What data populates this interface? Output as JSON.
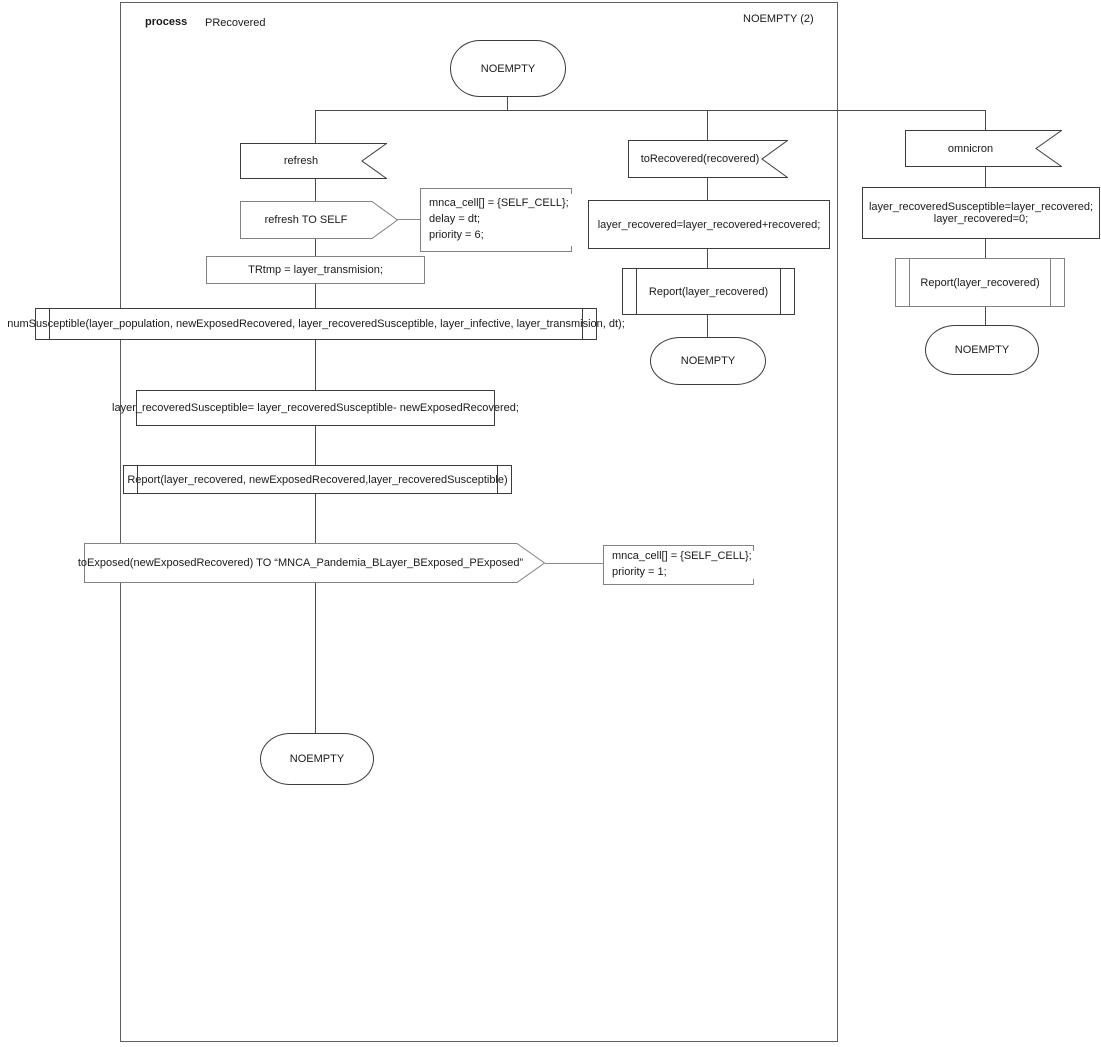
{
  "header": {
    "kind": "process",
    "name": "PRecovered",
    "state_ref": "NOEMPTY (2)"
  },
  "diagram": {
    "start_state": "NOEMPTY",
    "refresh_branch": {
      "input_label": "refresh",
      "output_label": "refresh TO SELF",
      "output_comment": [
        "mnca_cell[] = {SELF_CELL};",
        "delay = dt;",
        "priority = 6;"
      ],
      "task_tr": "TRtmp  = layer_transmision;",
      "proc_num": "numSusceptible(layer_population, newExposedRecovered, layer_recoveredSusceptible, layer_infective, layer_transmision, dt);",
      "task_susceptible": "layer_recoveredSusceptible= layer_recoveredSusceptible- newExposedRecovered;",
      "proc_report": "Report(layer_recovered, newExposedRecovered,layer_recoveredSusceptible)",
      "output_exposed_label": "toExposed(newExposedRecovered) TO “MNCA_Pandemia_BLayer_BExposed_PExposed”",
      "output_exposed_comment": [
        "mnca_cell[] = {SELF_CELL};",
        "priority = 1;"
      ],
      "end_state": "NOEMPTY"
    },
    "torecovered_branch": {
      "input_label": "toRecovered(recovered)",
      "task": "layer_recovered=layer_recovered+recovered;",
      "proc_call": "Report(layer_recovered)",
      "end_state": "NOEMPTY"
    },
    "omnicron_branch": {
      "input_label": "omnicron",
      "task": [
        "layer_recoveredSusceptible=layer_recovered;",
        "layer_recovered=0;"
      ],
      "proc_call": "Report(layer_recovered)",
      "end_state": "NOEMPTY"
    }
  },
  "colors": {
    "border_dark": "#3c3c3c",
    "border_gray": "#828282",
    "frame_border": "#5f5f5f",
    "background": "#ffffff"
  }
}
